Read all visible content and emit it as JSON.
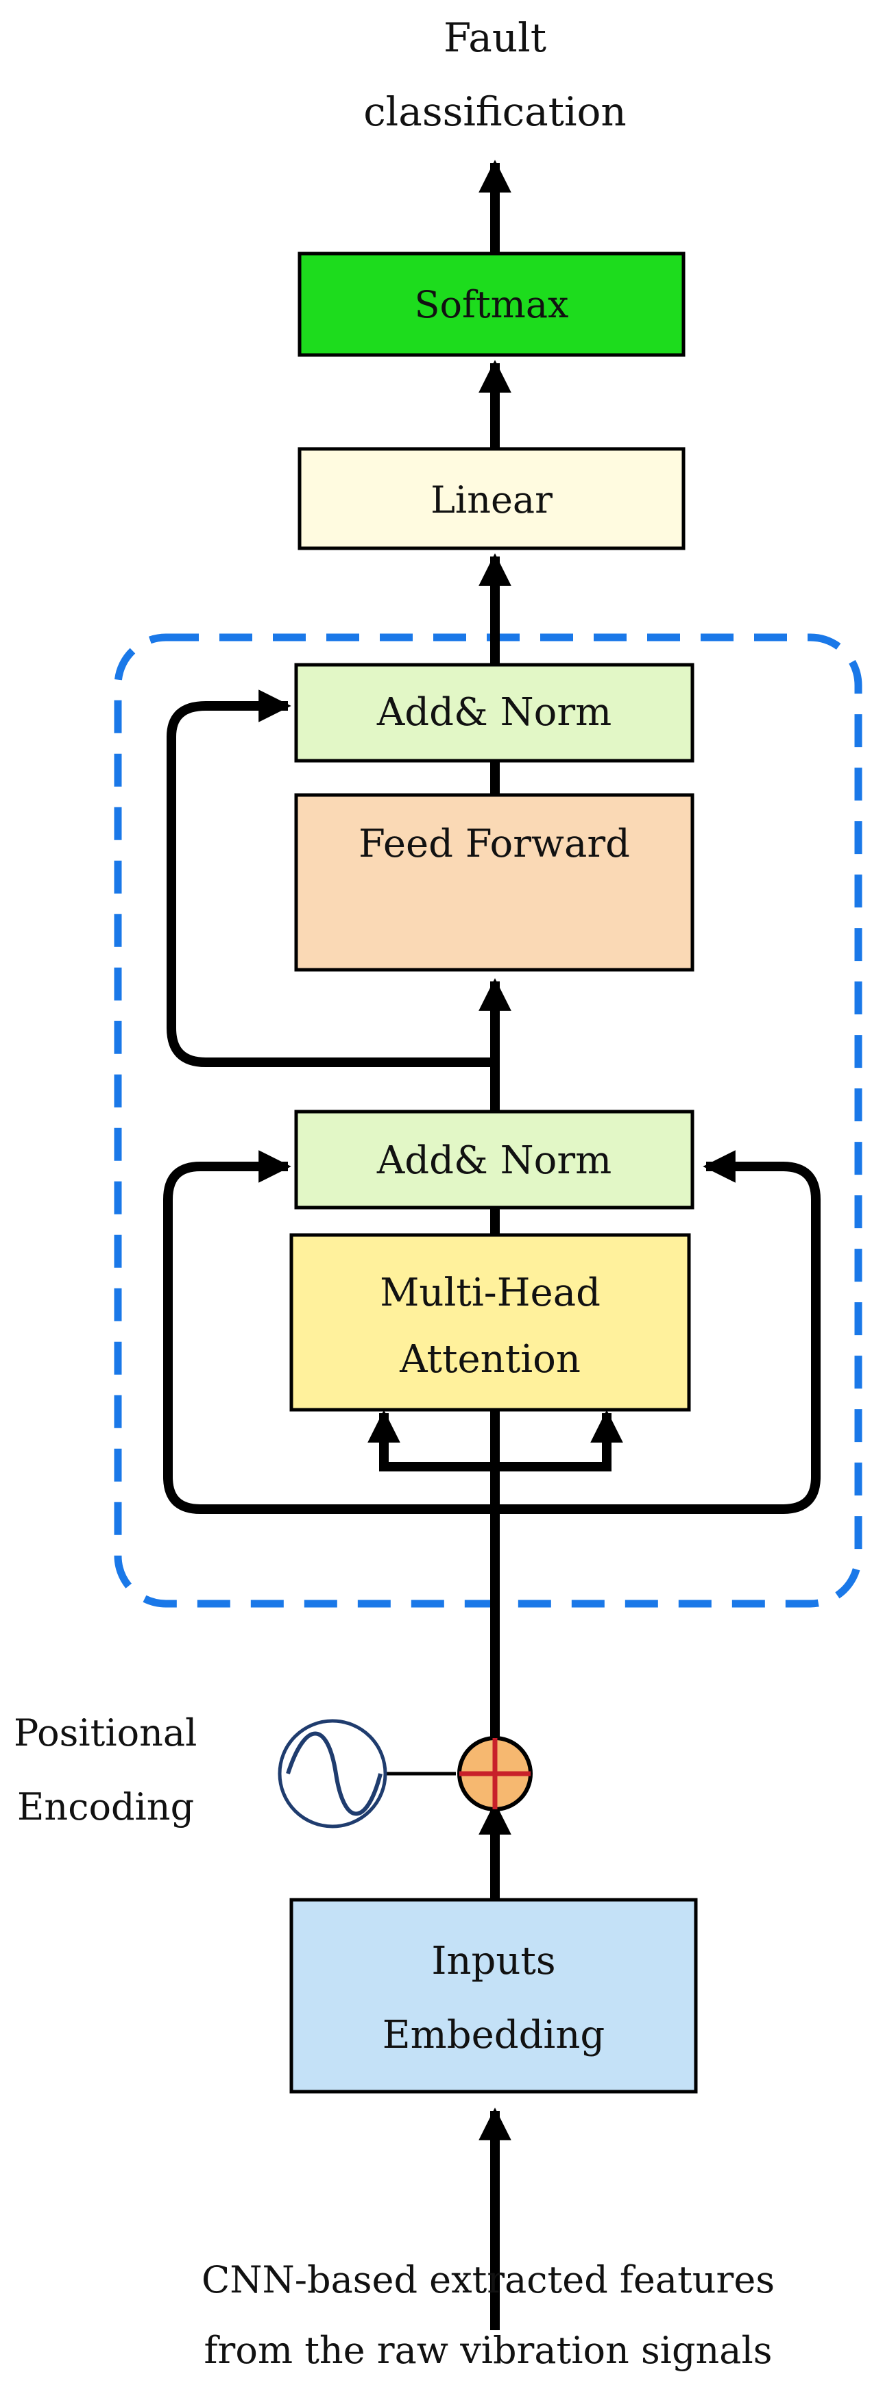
{
  "output": {
    "line1": "Fault",
    "line2": "classification"
  },
  "blocks": {
    "softmax": "Softmax",
    "linear": "Linear",
    "add_norm_top": "Add& Norm",
    "feed_forward": "Feed Forward",
    "add_norm_bottom": "Add& Norm",
    "mha_line1": "Multi-Head",
    "mha_line2": "Attention",
    "inputs_line1": "Inputs",
    "inputs_line2": "Embedding"
  },
  "positional": {
    "line1": "Positional",
    "line2": "Encoding"
  },
  "input_caption": {
    "line1": "CNN-based extracted features",
    "line2": "from the raw vibration signals"
  },
  "colors": {
    "softmax": "#1ddc1d",
    "linear": "#fffbe0",
    "add_norm": "#e2f7c6",
    "feed_forward": "#fad9b5",
    "mha": "#fff19c",
    "inputs": "#c4e1f7",
    "dashed_box": "#1a78e8",
    "adder": "#f6b870",
    "adder_cross": "#c8202a",
    "sine": "#1f3c6e"
  }
}
